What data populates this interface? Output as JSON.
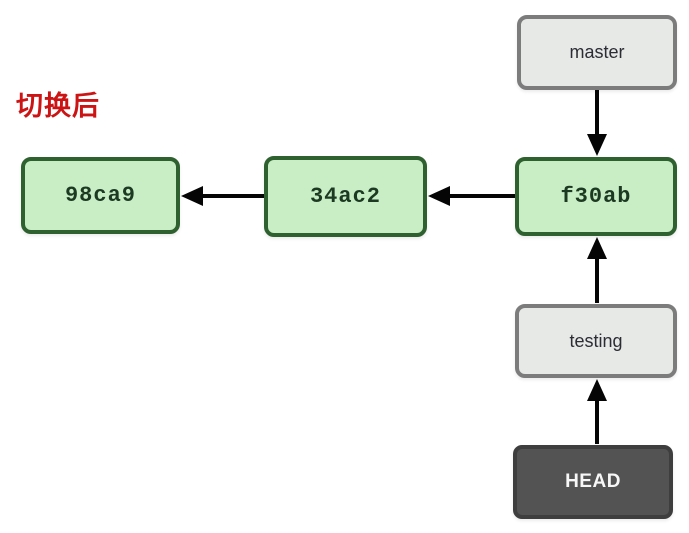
{
  "diagram": {
    "caption": "切换后",
    "nodes": {
      "commits": [
        {
          "id": "98ca9",
          "label": "98ca9"
        },
        {
          "id": "34ac2",
          "label": "34ac2"
        },
        {
          "id": "f30ab",
          "label": "f30ab"
        }
      ],
      "branches": [
        {
          "id": "master",
          "label": "master"
        },
        {
          "id": "testing",
          "label": "testing"
        }
      ],
      "head": {
        "label": "HEAD"
      }
    },
    "edges": [
      {
        "from": "34ac2",
        "to": "98ca9",
        "direction": "left"
      },
      {
        "from": "f30ab",
        "to": "34ac2",
        "direction": "left"
      },
      {
        "from": "master",
        "to": "f30ab",
        "direction": "down"
      },
      {
        "from": "testing",
        "to": "f30ab",
        "direction": "up"
      },
      {
        "from": "HEAD",
        "to": "testing",
        "direction": "up"
      }
    ]
  },
  "colors": {
    "background": "#ffffff",
    "caption_red": "#cc1414",
    "commit_fill": "#c9eec6",
    "commit_border": "#2f6130",
    "commit_text": "#1c3a21",
    "branch_fill": "#e7e9e7",
    "branch_border": "#7c7c7c",
    "branch_text": "#2c2c35",
    "head_fill": "#535353",
    "head_border": "#3e3e3e",
    "head_text": "#f7f7f7",
    "arrow": "#050505"
  }
}
